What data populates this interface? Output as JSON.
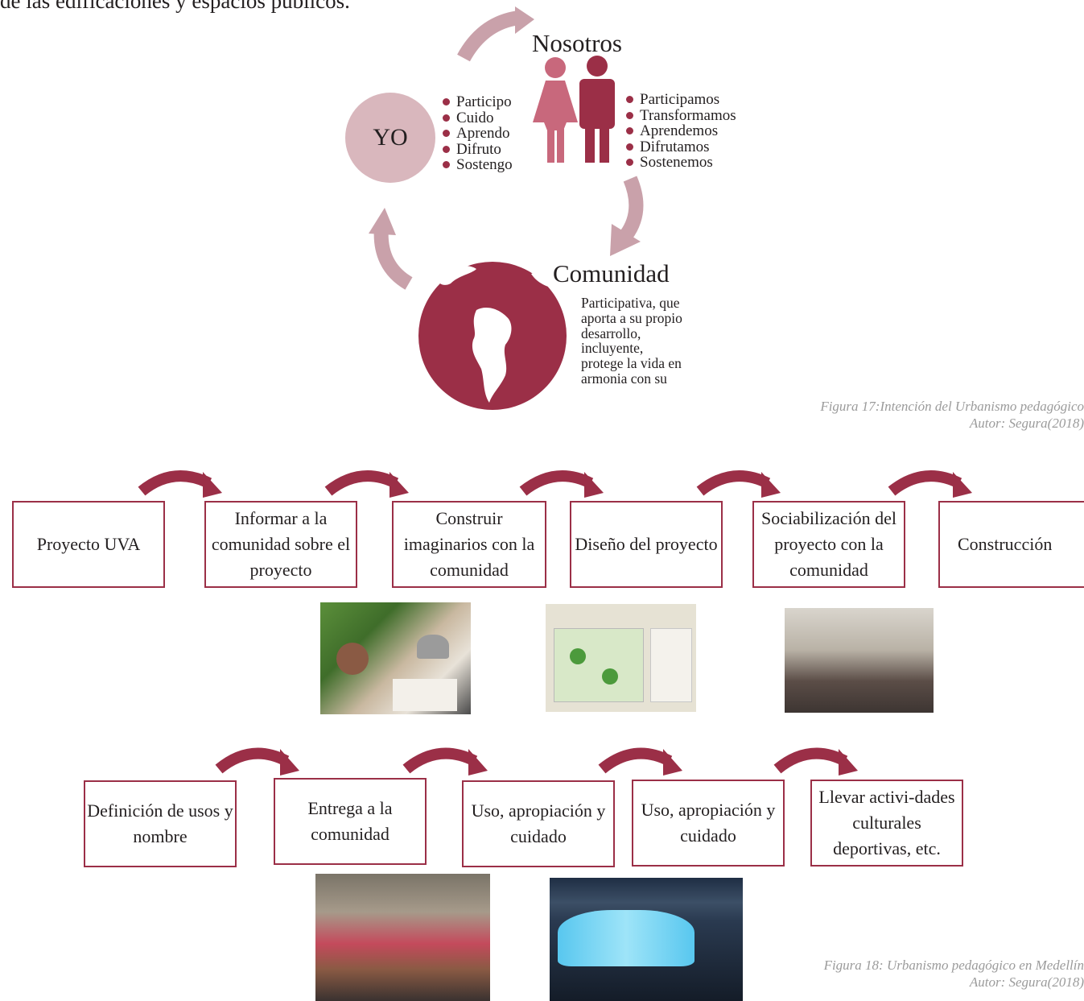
{
  "header_text": "de las edificaciones y espacios públicos.",
  "cycle": {
    "yo": "YO",
    "yo_items": [
      "Participo",
      "Cuido",
      "Aprendo",
      "Difruto",
      "Sostengo"
    ],
    "nosotros": "Nosotros",
    "nosotros_items": [
      "Participamos",
      "Transformamos",
      "Aprendemos",
      "Difrutamos",
      "Sostenemos"
    ],
    "comunidad": "Comunidad",
    "comunidad_desc": [
      "Participativa, que",
      "aporta a su propio",
      "desarrollo,",
      "incluyente,",
      "protege la vida en",
      "armonia con su"
    ]
  },
  "figure17": {
    "line1": "Figura 17:Intención del Urbanismo pedagógico",
    "line2": "Autor: Segura(2018)"
  },
  "row1": [
    "Proyecto UVA",
    "Informar a la comunidad sobre el proyecto",
    "Construir imaginarios con la comunidad",
    "Diseño del proyecto",
    "Sociabilización del proyecto con la comunidad",
    "Construcción"
  ],
  "row2": [
    "Definición de usos y nombre",
    "Entrega a la comunidad",
    "Uso, apropiación y cuidado",
    "Uso, apropiación y cuidado",
    "Llevar activi-dades culturales deportivas, etc."
  ],
  "figure18": {
    "line1": "Figura 18: Urbanismo pedagógico en Medellín",
    "line2": "Autor: Segura(2018)"
  },
  "colors": {
    "accent": "#9b2f47",
    "pink": "#d9b7bd",
    "woman": "#c8687c",
    "caption": "#9b9b9b"
  },
  "photos": [
    "workshop-photo",
    "imaginaries-drawing-photo",
    "socialization-meeting-photo",
    "delivery-crowd-photo",
    "uva-building-night-photo"
  ]
}
